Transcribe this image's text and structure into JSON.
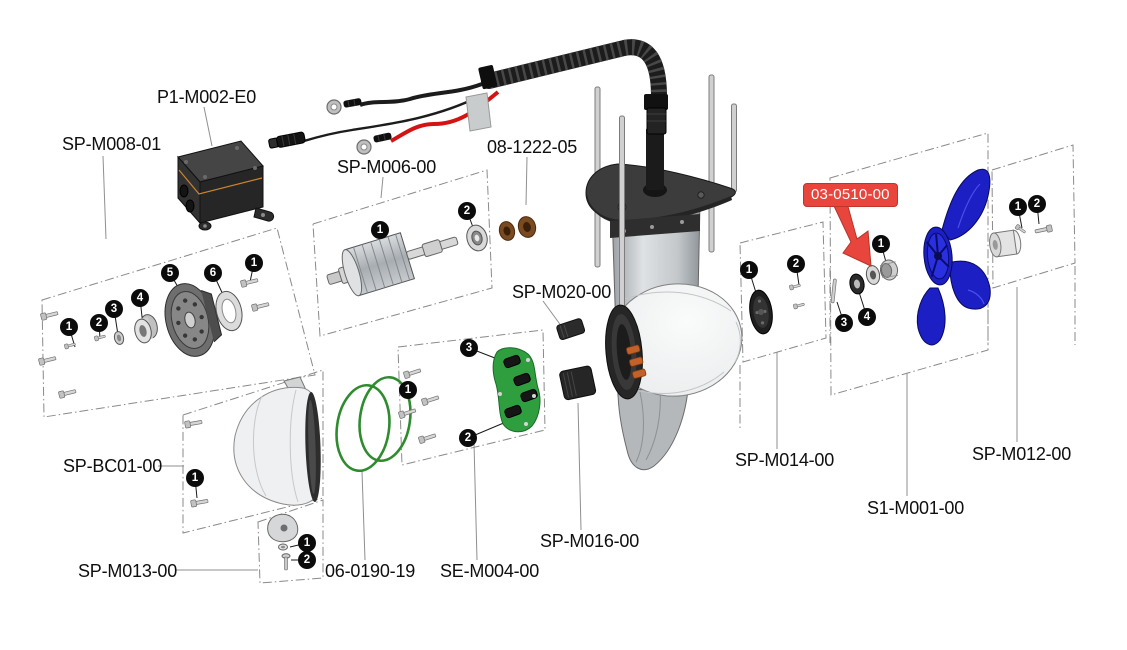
{
  "diagram": {
    "kind": "exploded-parts-diagram",
    "background": "#FFFFFF"
  },
  "colors": {
    "highlight_red": "#E8453C",
    "propeller_blue": "#1B1FC4",
    "oring_green": "#2E8B2E",
    "pcb_green": "#2F9E3F",
    "brass": "#7A4A20",
    "wire_red": "#D41414",
    "label_text": "#0F0F0F"
  },
  "labels": [
    {
      "part_no": "P1-M002-E0",
      "highlighted": false
    },
    {
      "part_no": "SP-M008-01",
      "highlighted": false
    },
    {
      "part_no": "SP-M006-00",
      "highlighted": false
    },
    {
      "part_no": "08-1222-05",
      "highlighted": false
    },
    {
      "part_no": "SP-M020-00",
      "highlighted": false
    },
    {
      "part_no": "03-0510-00",
      "highlighted": true
    },
    {
      "part_no": "SP-BC01-00",
      "highlighted": false
    },
    {
      "part_no": "SP-M013-00",
      "highlighted": false
    },
    {
      "part_no": "06-0190-19",
      "highlighted": false
    },
    {
      "part_no": "SE-M004-00",
      "highlighted": false
    },
    {
      "part_no": "SP-M016-00",
      "highlighted": false
    },
    {
      "part_no": "SP-M014-00",
      "highlighted": false
    },
    {
      "part_no": "S1-M001-00",
      "highlighted": false
    },
    {
      "part_no": "SP-M012-00",
      "highlighted": false
    }
  ],
  "balloons": [
    {
      "n": "1",
      "group": "SP-M008-01"
    },
    {
      "n": "2",
      "group": "SP-M008-01"
    },
    {
      "n": "3",
      "group": "SP-M008-01"
    },
    {
      "n": "4",
      "group": "SP-M008-01"
    },
    {
      "n": "5",
      "group": "SP-M008-01"
    },
    {
      "n": "6",
      "group": "SP-M008-01"
    },
    {
      "n": "1",
      "group": "SP-M008-01"
    },
    {
      "n": "1",
      "group": "SP-M006-00"
    },
    {
      "n": "2",
      "group": "SP-M006-00"
    },
    {
      "n": "1",
      "group": "SE-M004-00"
    },
    {
      "n": "2",
      "group": "SE-M004-00"
    },
    {
      "n": "3",
      "group": "SE-M004-00"
    },
    {
      "n": "1",
      "group": "SP-BC01-00"
    },
    {
      "n": "1",
      "group": "SP-M013-00"
    },
    {
      "n": "2",
      "group": "SP-M013-00"
    },
    {
      "n": "1",
      "group": "SP-M014-00"
    },
    {
      "n": "2",
      "group": "SP-M014-00"
    },
    {
      "n": "3",
      "group": "S1-M001-00"
    },
    {
      "n": "4",
      "group": "S1-M001-00"
    },
    {
      "n": "1",
      "group": "S1-M001-00"
    },
    {
      "n": "1",
      "group": "SP-M012-00"
    },
    {
      "n": "2",
      "group": "SP-M012-00"
    }
  ]
}
